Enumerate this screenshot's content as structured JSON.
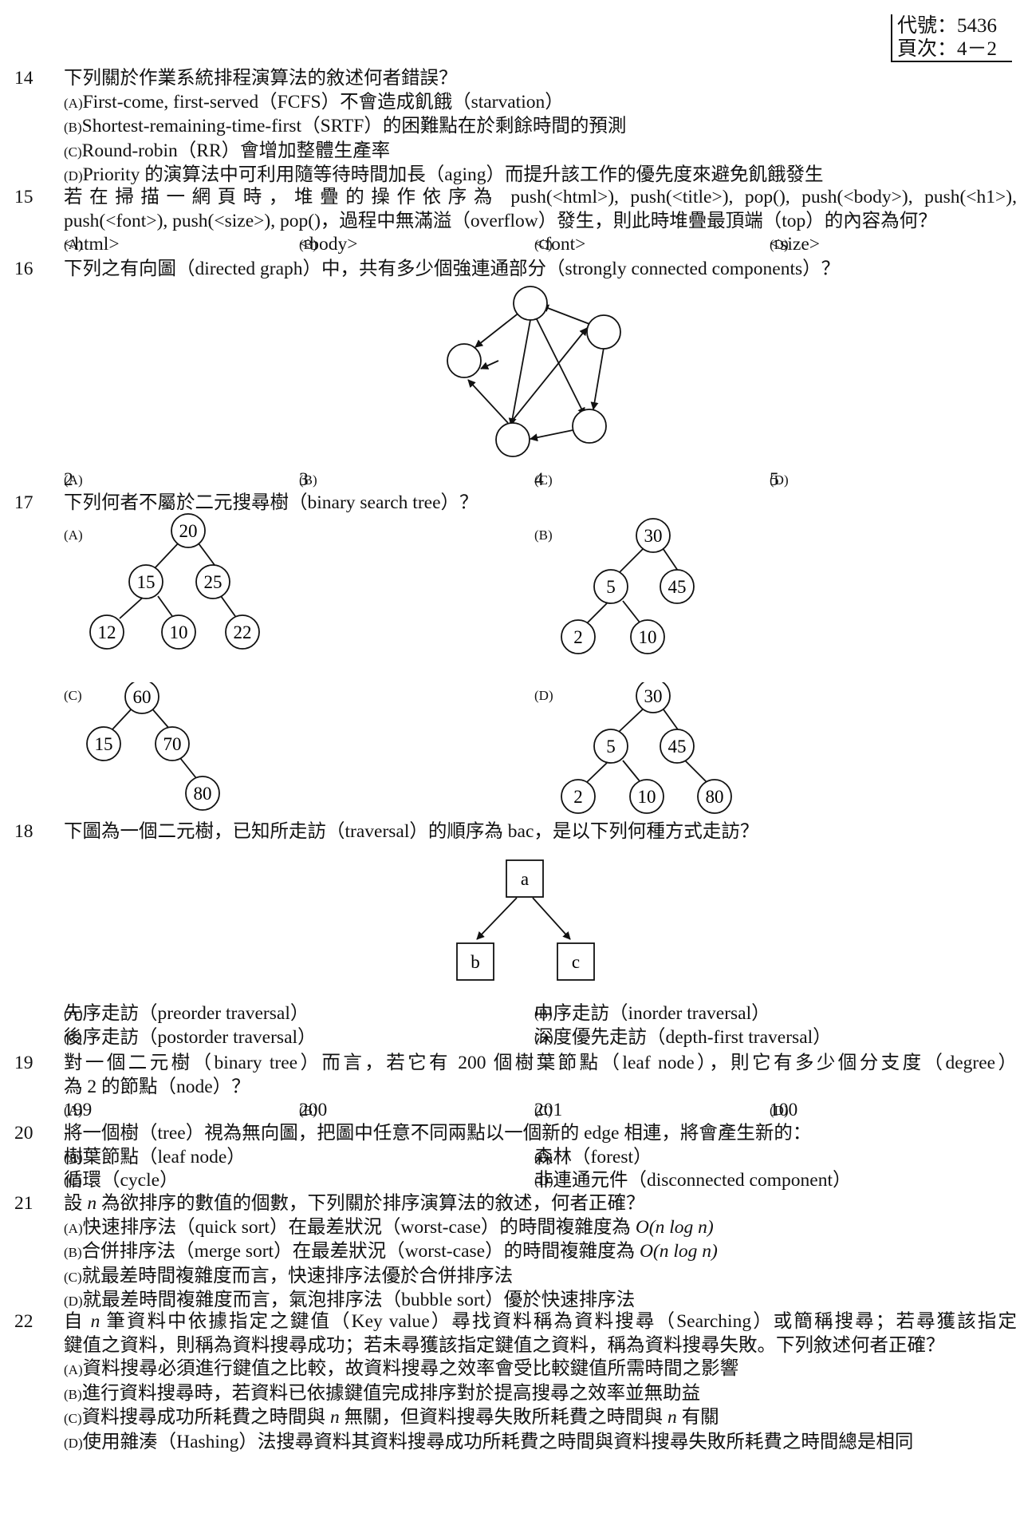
{
  "header": {
    "code_label": "代號：5436",
    "page_label": "頁次：4－2"
  },
  "questions": {
    "q14": {
      "num": "14",
      "text": "下列關於作業系統排程演算法的敘述何者錯誤？",
      "a": "First-come, first-served（FCFS）不會造成飢餓（starvation）",
      "b": "Shortest-remaining-time-first（SRTF）的困難點在於剩餘時間的預測",
      "c": "Round-robin（RR）會增加整體生產率",
      "d": "Priority 的演算法中可利用隨等待時間加長（aging）而提升該工作的優先度來避免飢餓發生"
    },
    "q15": {
      "num": "15",
      "line1": "若在掃描一網頁時，堆疊的操作依序為 push(<html>), push(<title>), pop(), push(<body>), push(<h1>),",
      "line2": "push(<font>), push(<size>), pop()，過程中無滿溢（overflow）發生，則此時堆疊最頂端（top）的內容為何？",
      "a": "<html>",
      "b": "<body>",
      "c": "<font>",
      "d": "<size>"
    },
    "q16": {
      "num": "16",
      "text": "下列之有向圖（directed graph）中，共有多少個強連通部分（strongly connected components）？",
      "a": "2",
      "b": "3",
      "c": "4",
      "d": "5"
    },
    "q17": {
      "num": "17",
      "text": "下列何者不屬於二元搜尋樹（binary search tree）？",
      "trees": {
        "a": [
          "20",
          "15",
          "25",
          "12",
          "10",
          "22"
        ],
        "b": [
          "30",
          "5",
          "45",
          "2",
          "10"
        ],
        "c": [
          "60",
          "15",
          "70",
          "80"
        ],
        "d": [
          "30",
          "5",
          "45",
          "2",
          "10",
          "80"
        ]
      }
    },
    "q18": {
      "num": "18",
      "text": "下圖為一個二元樹，已知所走訪（traversal）的順序為 bac，是以下列何種方式走訪？",
      "nodes": [
        "a",
        "b",
        "c"
      ],
      "a": "先序走訪（preorder traversal）",
      "b": "中序走訪（inorder traversal）",
      "c": "後序走訪（postorder traversal）",
      "d": "深度優先走訪（depth-first traversal）"
    },
    "q19": {
      "num": "19",
      "line1": "對一個二元樹（binary tree）而言，若它有 200 個樹葉節點（leaf node），則它有多少個分支度（degree）",
      "line2": "為 2 的節點（node）？",
      "a": "199",
      "b": "200",
      "c": "201",
      "d": "100"
    },
    "q20": {
      "num": "20",
      "text": "將一個樹（tree）視為無向圖，把圖中任意不同兩點以一個新的 edge 相連，將會產生新的：",
      "a": "樹葉節點（leaf node）",
      "b": "森林（forest）",
      "c": "循環（cycle）",
      "d": "非連通元件（disconnected component）"
    },
    "q21": {
      "num": "21",
      "text_pre": "設 ",
      "text_var": "n",
      "text_post": " 為欲排序的數值的個數，下列關於排序演算法的敘述，何者正確？",
      "a_pre": "快速排序法（quick sort）在最差狀況（worst-case）的時間複雜度為 ",
      "a_math": "O(n log n)",
      "b_pre": "合併排序法（merge sort）在最差狀況（worst-case）的時間複雜度為 ",
      "b_math": "O(n log n)",
      "c": "就最差時間複雜度而言，快速排序法優於合併排序法",
      "d": "就最差時間複雜度而言，氣泡排序法（bubble sort）優於快速排序法"
    },
    "q22": {
      "num": "22",
      "line1_pre": "自 ",
      "line1_var": "n",
      "line1_post": " 筆資料中依據指定之鍵值（Key value）尋找資料稱為資料搜尋（Searching）或簡稱搜尋；若尋獲該指定",
      "line2": "鍵值之資料，則稱為資料搜尋成功；若未尋獲該指定鍵值之資料，稱為資料搜尋失敗。下列敘述何者正確？",
      "a": "資料搜尋必須進行鍵值之比較，故資料搜尋之效率會受比較鍵值所需時間之影響",
      "b": "進行資料搜尋時，若資料已依據鍵值完成排序對於提高搜尋之效率並無助益",
      "c_pre": "資料搜尋成功所耗費之時間與 ",
      "c_var1": "n",
      "c_mid": " 無關，但資料搜尋失敗所耗費之時間與 ",
      "c_var2": "n",
      "c_post": " 有關",
      "d": "使用雜湊（Hashing）法搜尋資料其資料搜尋成功所耗費之時間與資料搜尋失敗所耗費之時間總是相同"
    }
  },
  "option_labels": {
    "a": "(A)",
    "b": "(B)",
    "c": "(C)",
    "d": "(D)"
  }
}
